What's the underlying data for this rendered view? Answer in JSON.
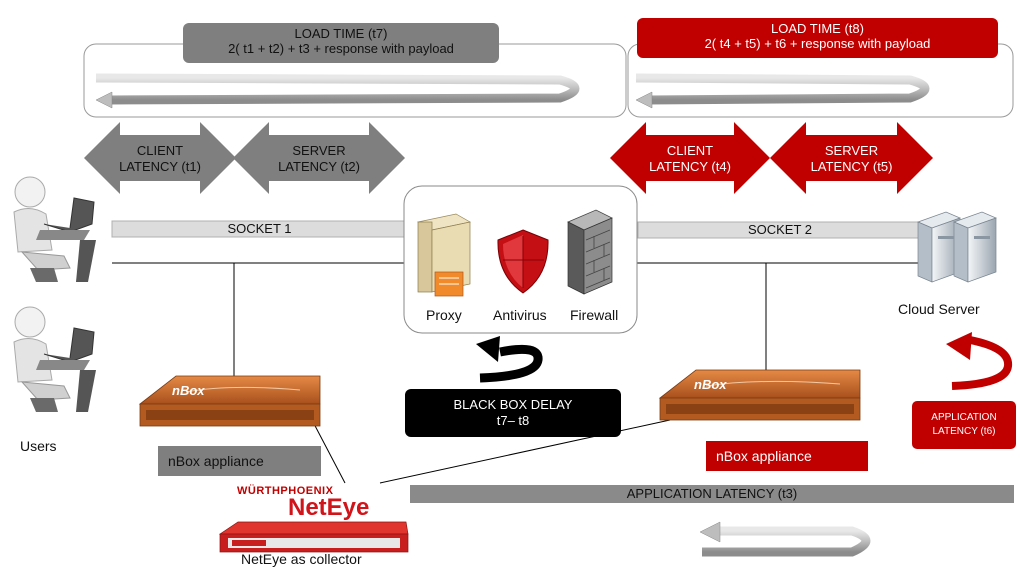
{
  "load_time_left": {
    "title": "LOAD TIME  (t7)",
    "formula": "2( t1 + t2) + t3 + response with payload"
  },
  "load_time_right": {
    "title": "LOAD TIME  (t8)",
    "formula": "2( t4 + t5) + t6 + response with payload"
  },
  "client_latency_left": {
    "line1": "CLIENT",
    "line2": "LATENCY  (t1)"
  },
  "server_latency_left": {
    "line1": "SERVER",
    "line2": "LATENCY  (t2)"
  },
  "client_latency_right": {
    "line1": "CLIENT",
    "line2": "LATENCY  (t4)"
  },
  "server_latency_right": {
    "line1": "SERVER",
    "line2": "LATENCY  (t5)"
  },
  "socket1": "SOCKET  1",
  "socket2": "SOCKET  2",
  "devices": {
    "proxy": "Proxy",
    "antivirus": "Antivirus",
    "firewall": "Firewall"
  },
  "cloud_server": "Cloud Server",
  "users": "Users",
  "black_box": {
    "line1": "BLACK BOX DELAY",
    "line2": "t7– t8"
  },
  "application_latency_t6": {
    "line1": "APPLICATION",
    "line2": "LATENCY  (t6)"
  },
  "nbox_left_label": "nBox  appliance",
  "nbox_right_label": "nBox  appliance",
  "nbox_brand": "nBox",
  "application_latency_bar": "APPLICATION  LATENCY  (t3)",
  "neteye": {
    "brand_top": "WÜRTHPHOENIX",
    "brand_main": "NetEye",
    "collector_label": "NetEye as collector"
  },
  "colors": {
    "gray": "#7f7f7f",
    "red": "#c00000",
    "black": "#000000",
    "orange": "#c8682a"
  }
}
